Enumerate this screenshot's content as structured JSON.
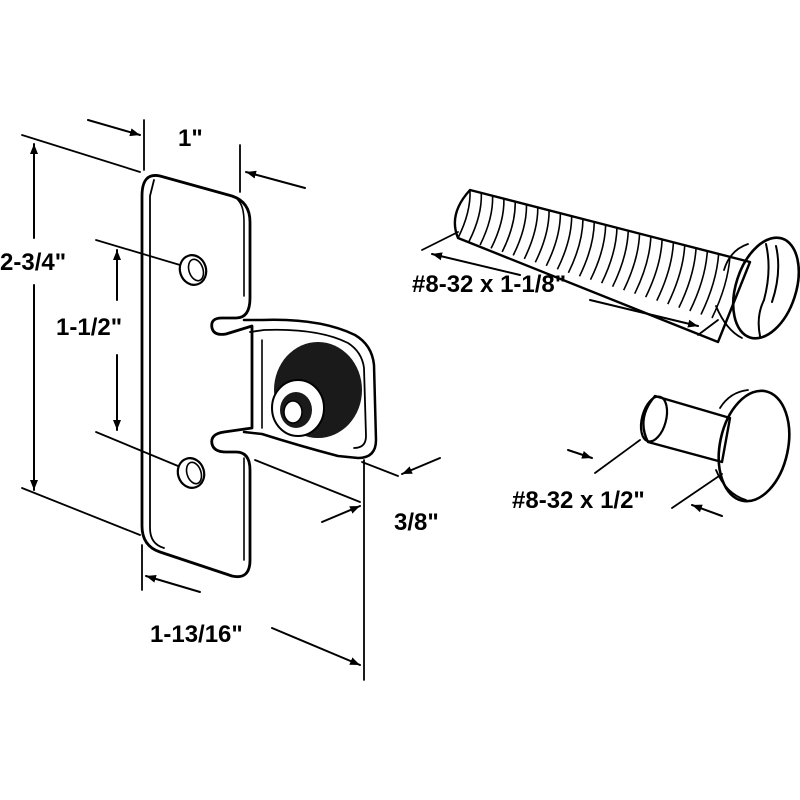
{
  "colors": {
    "ink": "#000000",
    "paper": "#ffffff",
    "roller": "#1a1a1a"
  },
  "dimensions": {
    "plate_width": "1\"",
    "plate_height": "2-3/4\"",
    "hole_spacing": "1-1/2\"",
    "roller_offset": "3/8\"",
    "overall_depth": "1-13/16\""
  },
  "screws": {
    "long_screw": "#8-32 x 1-1/8\"",
    "short_screw": "#8-32 x 1/2\""
  }
}
